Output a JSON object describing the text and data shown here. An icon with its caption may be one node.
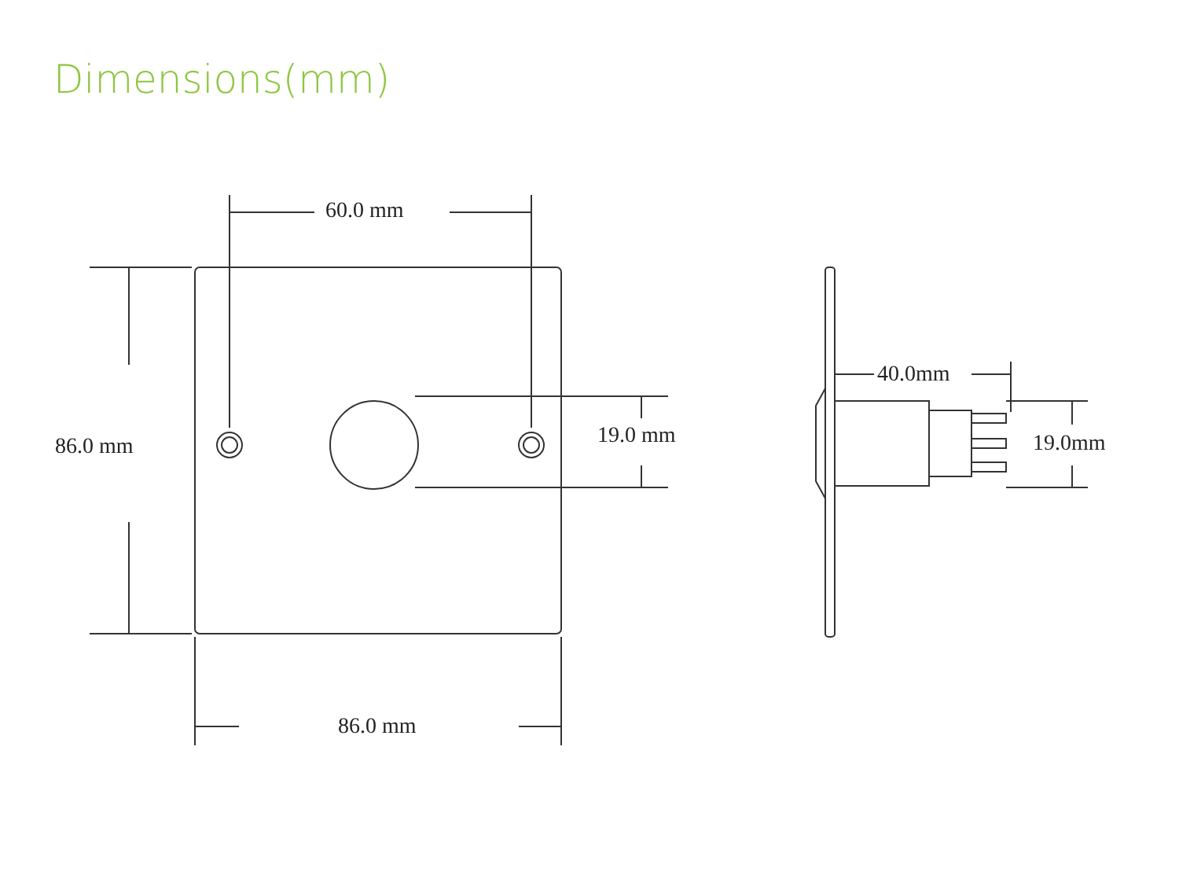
{
  "diagram": {
    "title": "Dimensions(mm)",
    "labels": [
      "60.0 mm",
      "40.0mm",
      "86.0 mm",
      "19.0 mm",
      "19.0mm",
      "86.0 mm"
    ]
  }
}
